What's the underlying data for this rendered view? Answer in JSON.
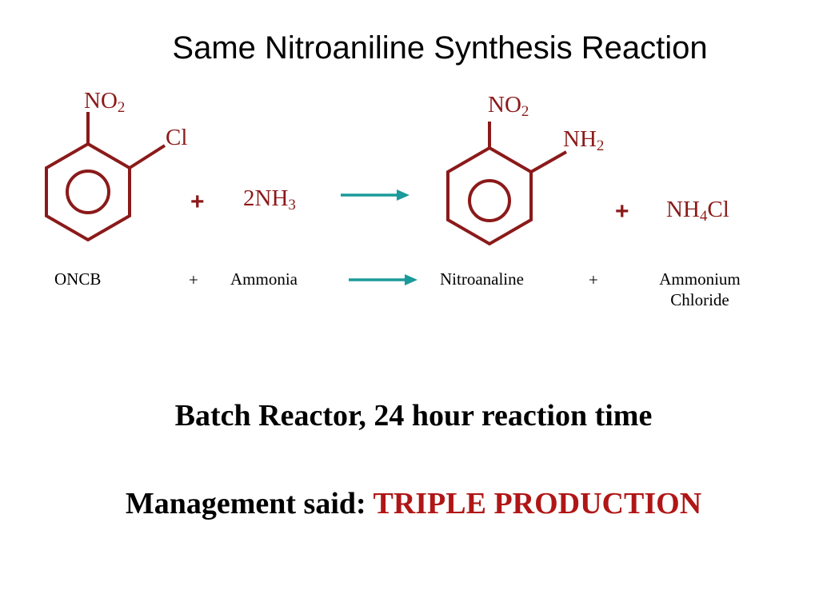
{
  "title": "Same Nitroaniline Synthesis Reaction",
  "reactant": {
    "formula_group_top": {
      "main": "NO",
      "sub": "2"
    },
    "substituent": "Cl"
  },
  "reagent": {
    "coef": "2NH",
    "sub": "3"
  },
  "product": {
    "formula_group_top": {
      "main": "NO",
      "sub": "2"
    },
    "substituent": {
      "main": "NH",
      "sub": "2"
    }
  },
  "byproduct": {
    "main": "NH",
    "sub": "4",
    "tail": "Cl"
  },
  "plus_sign": "+",
  "labels": {
    "oncb": "ONCB",
    "plus": "+",
    "ammonia": "Ammonia",
    "nitroanaline": "Nitroanaline",
    "ammonium_line1": "Ammonium",
    "ammonium_line2": "Chloride"
  },
  "batch_line": "Batch Reactor, 24 hour reaction time",
  "management": {
    "prefix": "Management said: ",
    "highlight": "TRIPLE PRODUCTION"
  },
  "colors": {
    "structure": "#8b1a1a",
    "arrow": "#1a9a9a",
    "highlight": "#b01616"
  }
}
